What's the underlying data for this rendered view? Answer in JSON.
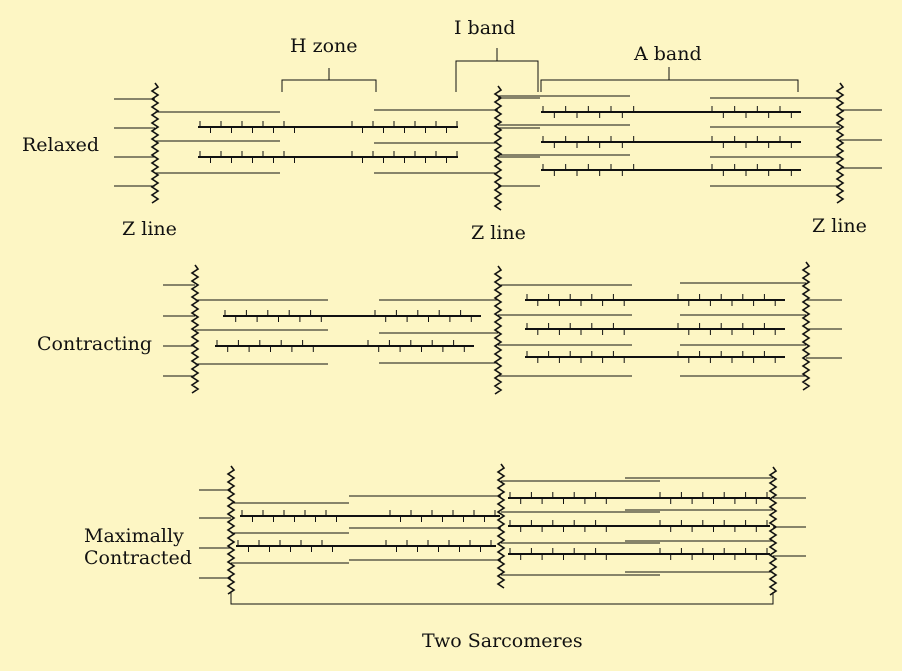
{
  "labels": {
    "h_zone": "H zone",
    "i_band": "I band",
    "a_band": "A band",
    "relaxed": "Relaxed",
    "contracting": "Contracting",
    "maximally": "Maximally",
    "contracted": "Contracted",
    "z_line": "Z line",
    "caption": "Two Sarcomeres"
  },
  "colors": {
    "background": "#fdf6c4",
    "line": "#111111"
  }
}
